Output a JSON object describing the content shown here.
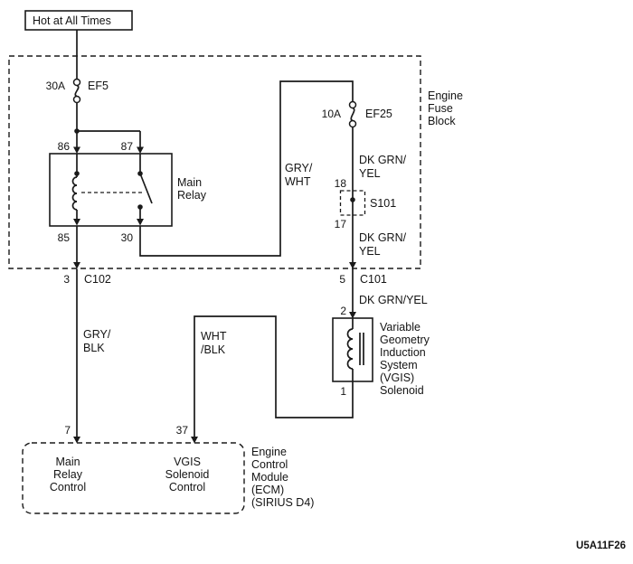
{
  "diagram": {
    "power_label": "Hot at All Times",
    "footer_code": "U5A11F26",
    "engine_fuse_block": {
      "label": [
        "Engine",
        "Fuse",
        "Block"
      ],
      "fuse_ef5": {
        "rating": "30A",
        "name": "EF5"
      },
      "fuse_ef25": {
        "rating": "10A",
        "name": "EF25"
      },
      "relay": {
        "label": [
          "Main",
          "Relay"
        ],
        "pin_86": "86",
        "pin_87": "87",
        "pin_85": "85",
        "pin_30": "30"
      },
      "splice_s101": {
        "name": "S101",
        "pin_in": "18",
        "pin_out": "17"
      }
    },
    "wires": {
      "gry_wht": [
        "GRY/",
        "WHT"
      ],
      "dk_grn_yel_upper": [
        "DK GRN/",
        "YEL"
      ],
      "dk_grn_yel_lower": [
        "DK GRN/",
        "YEL"
      ],
      "dk_grn_yel_solenoid": "DK GRN/YEL",
      "gry_blk": [
        "GRY/",
        "BLK"
      ],
      "wht_blk": [
        "WHT",
        "/BLK"
      ]
    },
    "connectors": {
      "c102": {
        "pin": "3",
        "name": "C102"
      },
      "c101": {
        "pin": "5",
        "name": "C101"
      }
    },
    "vgis_solenoid": {
      "label": [
        "Variable",
        "Geometry",
        "Induction",
        "System",
        "(VGIS)",
        "Solenoid"
      ],
      "pin_top": "2",
      "pin_bottom": "1"
    },
    "ecm": {
      "label": [
        "Engine",
        "Control",
        "Module",
        "(ECM)",
        "(SIRIUS D4)"
      ],
      "pin_main_relay": "7",
      "pin_vgis": "37",
      "main_relay_control": [
        "Main",
        "Relay",
        "Control"
      ],
      "vgis_solenoid_control": [
        "VGIS",
        "Solenoid",
        "Control"
      ]
    },
    "colors": {
      "line": "#1a1a1a",
      "background": "#ffffff"
    }
  }
}
